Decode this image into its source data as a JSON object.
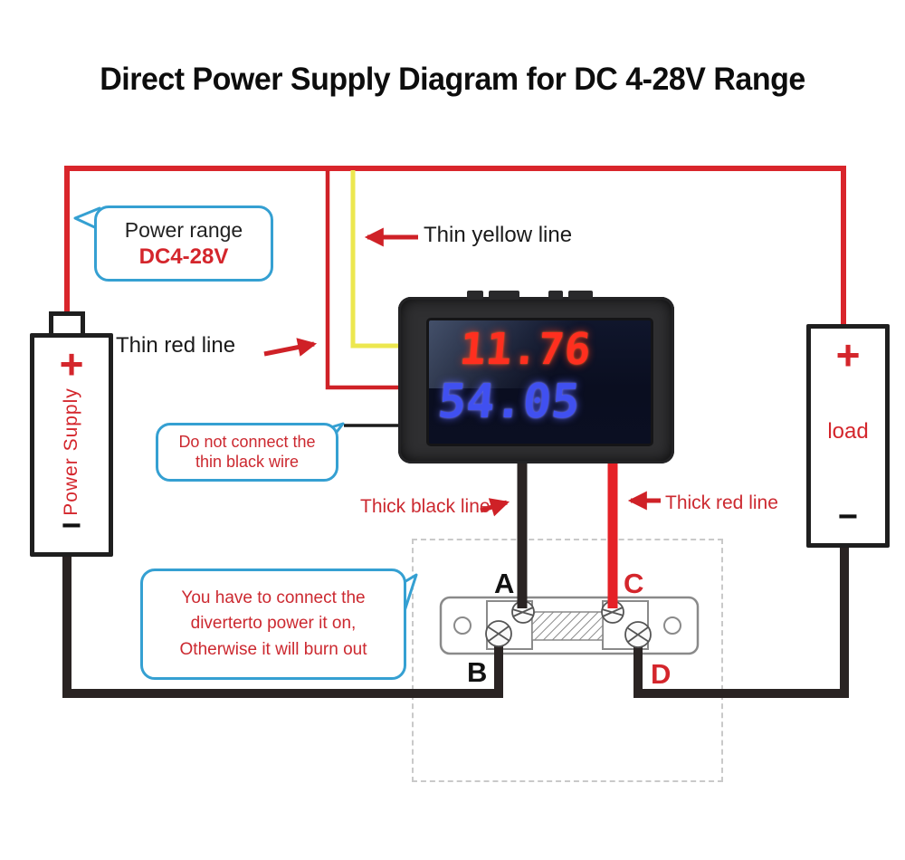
{
  "title": "Direct Power Supply Diagram for DC 4-28V Range",
  "colors": {
    "wire_red": "#d9252b",
    "wire_yellow": "#ece74f",
    "wire_black": "#2a2423",
    "arrow_red": "#cf2127",
    "callout_border_blue": "#35a0d2",
    "callout_text_red": "#cc2930",
    "display_voltage_red": "#ff2f1f",
    "display_current_blue": "#4050f0"
  },
  "power_supply": {
    "plus": "+",
    "label": "Power Supply",
    "minus": "−"
  },
  "load": {
    "plus": "+",
    "label": "load",
    "minus": "−"
  },
  "meter": {
    "voltage_reading": "11.76",
    "current_reading": "54.05"
  },
  "callouts": {
    "power_range": {
      "line1": "Power range",
      "line2": "DC4-28V"
    },
    "no_black_wire": {
      "line1": "Do not connect the",
      "line2": "thin black wire"
    },
    "diverter": {
      "line1": "You have to connect the",
      "line2": "diverterto power it on,",
      "line3": "Otherwise it will burn out"
    }
  },
  "wire_labels": {
    "thin_yellow": "Thin yellow line",
    "thin_red": "Thin red line",
    "thick_black": "Thick black line",
    "thick_red": "Thick red line"
  },
  "shunt": {
    "terminal_a": "A",
    "terminal_b": "B",
    "terminal_c": "C",
    "terminal_d": "D"
  }
}
